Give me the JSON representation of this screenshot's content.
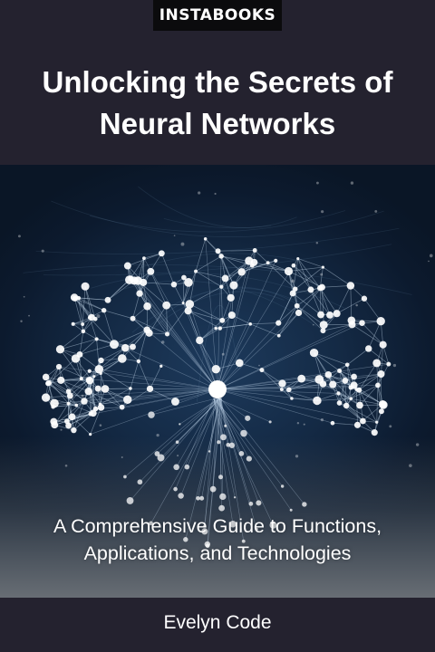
{
  "publisher": "INSTABOOKS",
  "title_line1": "Unlocking the Secrets of",
  "title_line2": "Neural Networks",
  "subtitle_line1": "A Comprehensive Guide to Functions,",
  "subtitle_line2": "Applications, and Technologies",
  "author": "Evelyn Code",
  "colors": {
    "band": "#24222f",
    "badge": "#0b0b0d",
    "art_dark": "#0c1a2e",
    "art_glow": "#1d3a5c",
    "text": "#ffffff"
  }
}
